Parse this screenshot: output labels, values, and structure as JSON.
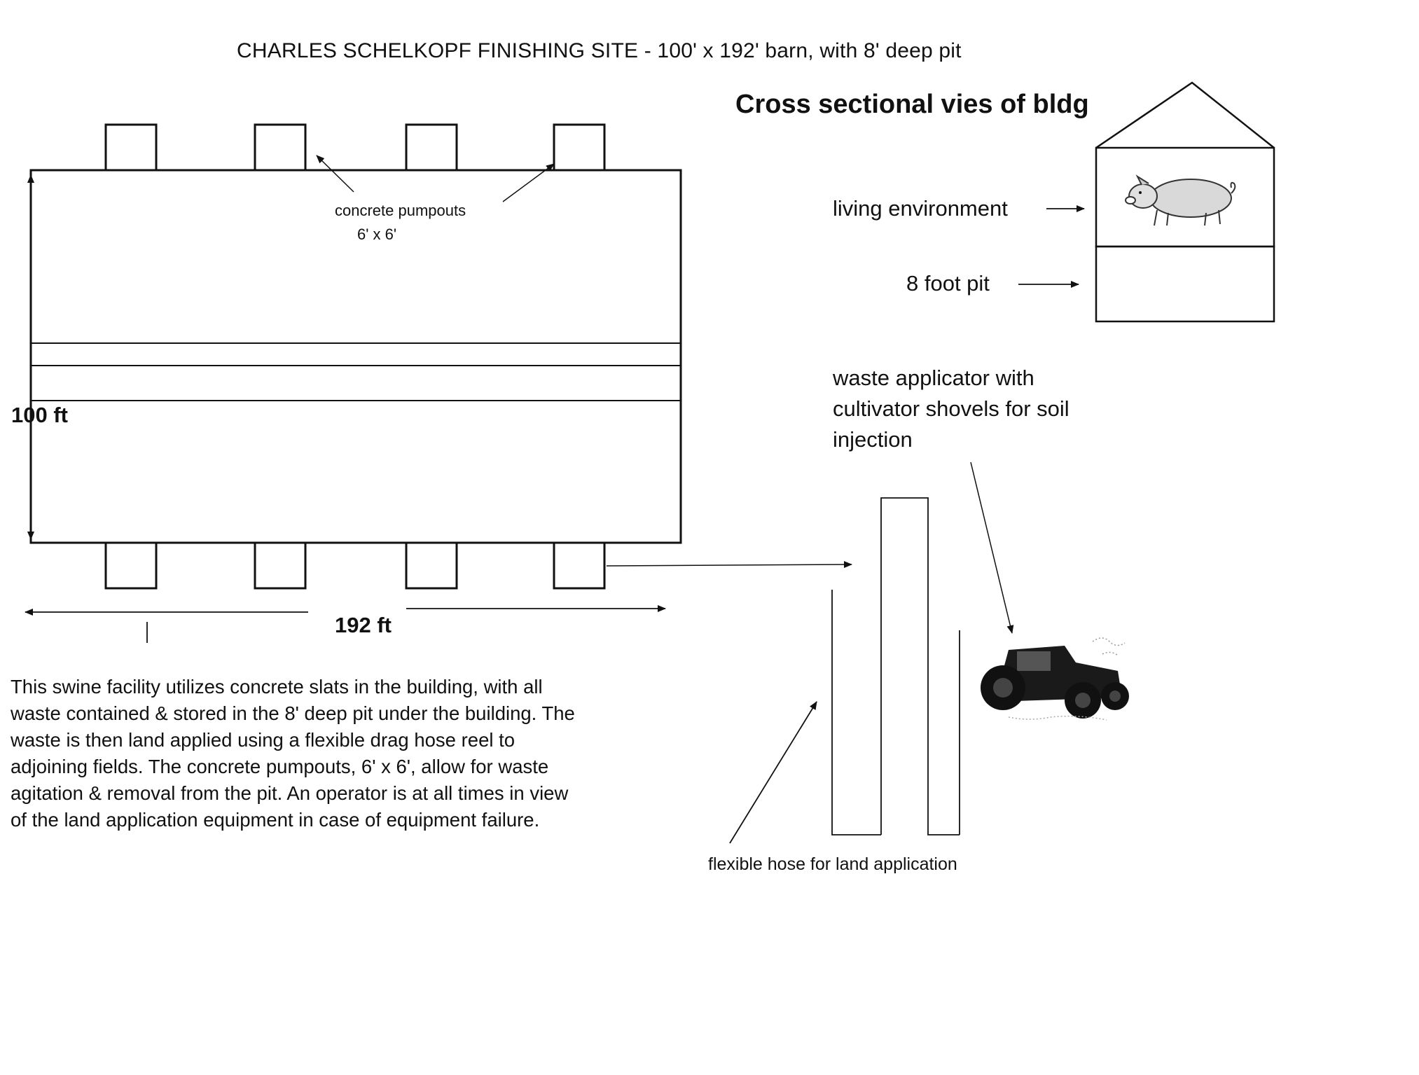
{
  "title": "CHARLES SCHELKOPF FINISHING SITE - 100' x 192' barn, with 8' deep pit",
  "cross_section": {
    "title": "Cross sectional vies of bldg",
    "living_label": "living environment",
    "pit_label": "8 foot pit"
  },
  "barn": {
    "pumpout_label": "concrete pumpouts",
    "pumpout_size": "6' x 6'",
    "width_label": "100 ft",
    "length_label": "192 ft"
  },
  "applicator": {
    "label": "waste applicator with cultivator shovels for soil injection"
  },
  "hose": {
    "label": "flexible hose for land application"
  },
  "description": {
    "lines": [
      "This swine facility utilizes concrete slats in the building, with all",
      "waste contained & stored in the 8' deep pit under the building.  The",
      "waste is then land applied using a flexible drag hose reel to",
      "adjoining fields.  The concrete pumpouts, 6' x 6', allow for waste",
      "agitation & removal from the pit.  An operator is at all times in view",
      "of the land application equipment in case of equipment failure."
    ]
  },
  "colors": {
    "ink": "#111111",
    "background": "#ffffff"
  },
  "icons": [
    "pig-icon",
    "tractor-icon"
  ]
}
